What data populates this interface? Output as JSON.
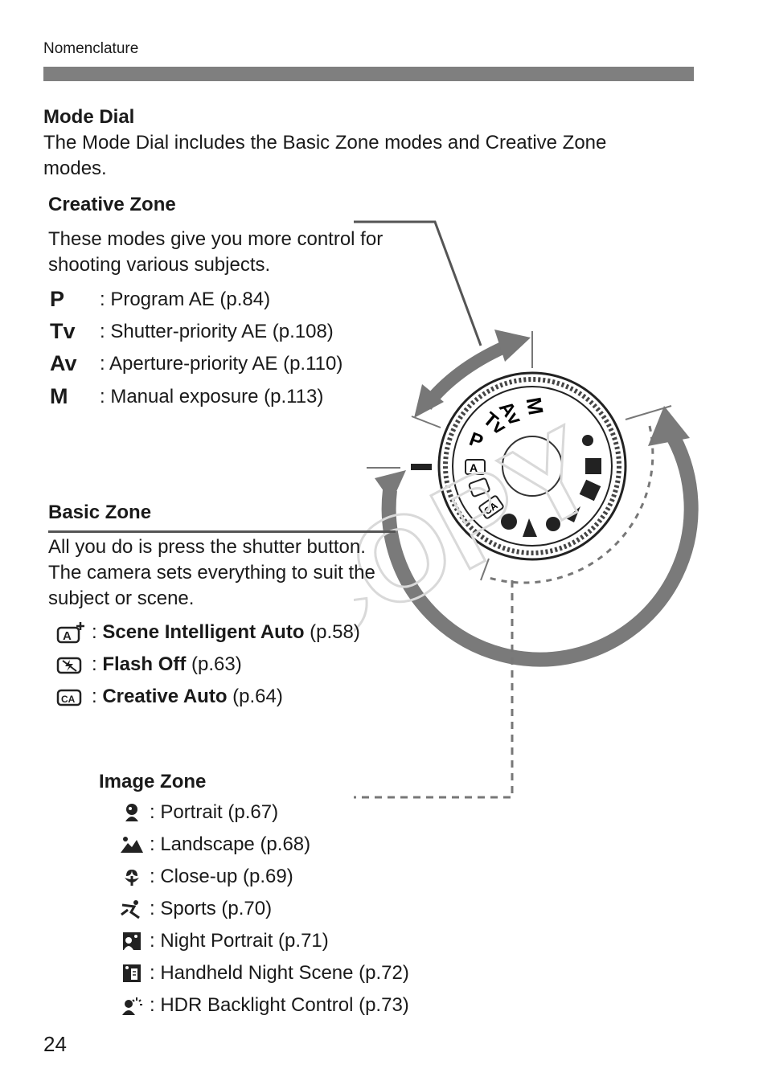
{
  "header": {
    "section": "Nomenclature"
  },
  "mode_dial": {
    "title": "Mode Dial",
    "intro": "The Mode Dial includes the Basic Zone modes and Creative Zone modes."
  },
  "creative_zone": {
    "title": "Creative Zone",
    "desc_line1": "These modes give you more control for",
    "desc_line2": "shooting various subjects.",
    "items": [
      {
        "symbol": "P",
        "text": ": Program AE (p.84)"
      },
      {
        "symbol": "Tv",
        "text": ": Shutter-priority AE (p.108)"
      },
      {
        "symbol": "Av",
        "text": ": Aperture-priority AE (p.110)"
      },
      {
        "symbol": "M",
        "text": ": Manual exposure (p.113)"
      }
    ]
  },
  "basic_zone": {
    "title": "Basic Zone",
    "desc_line1": "All you do is press the shutter button.",
    "desc_line2": "The camera sets everything to suit the",
    "desc_line3": "subject or scene.",
    "items": [
      {
        "icon": "scene-intelligent-auto-icon",
        "name": "Scene Intelligent Auto",
        "page": "(p.58)"
      },
      {
        "icon": "flash-off-icon",
        "name": "Flash Off",
        "page": "(p.63)"
      },
      {
        "icon": "creative-auto-icon",
        "name": "Creative Auto",
        "page": "(p.64)"
      }
    ]
  },
  "image_zone": {
    "title": "Image Zone",
    "items": [
      {
        "icon": "portrait-icon",
        "text": ": Portrait (p.67)"
      },
      {
        "icon": "landscape-icon",
        "text": ": Landscape (p.68)"
      },
      {
        "icon": "close-up-icon",
        "text": ": Close-up (p.69)"
      },
      {
        "icon": "sports-icon",
        "text": ": Sports (p.70)"
      },
      {
        "icon": "night-portrait-icon",
        "text": ": Night Portrait (p.71)"
      },
      {
        "icon": "handheld-night-scene-icon",
        "text": ": Handheld Night Scene (p.72)"
      },
      {
        "icon": "hdr-backlight-icon",
        "text": ": HDR Backlight Control (p.73)"
      }
    ]
  },
  "dial": {
    "labels": {
      "m": "M",
      "av": "Av",
      "tv": "Tv",
      "p": "P",
      "a": "A",
      "ca": "CA"
    }
  },
  "watermark": "COPY",
  "page_number": "24",
  "colors": {
    "header_bar": "#7f7f7f",
    "arrow": "#777777",
    "text": "#1a1a1a"
  }
}
